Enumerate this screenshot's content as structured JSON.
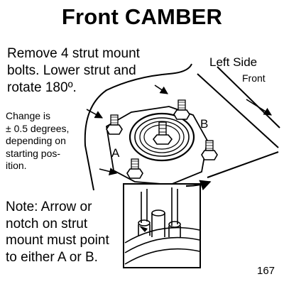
{
  "title": "Front CAMBER",
  "instructions": [
    "Remove 4 strut mount",
    "bolts. Lower strut and",
    "rotate 180º."
  ],
  "change_note": [
    "Change is",
    "± 0.5 degrees,",
    "depending on",
    "starting pos-",
    "ition."
  ],
  "note": [
    "Note: Arrow or",
    "notch on strut",
    "mount must point",
    "to either A or B."
  ],
  "orientation": {
    "side": "Left Side",
    "front": "Front"
  },
  "labels": {
    "a": "A",
    "b": "B"
  },
  "page_number": "167"
}
